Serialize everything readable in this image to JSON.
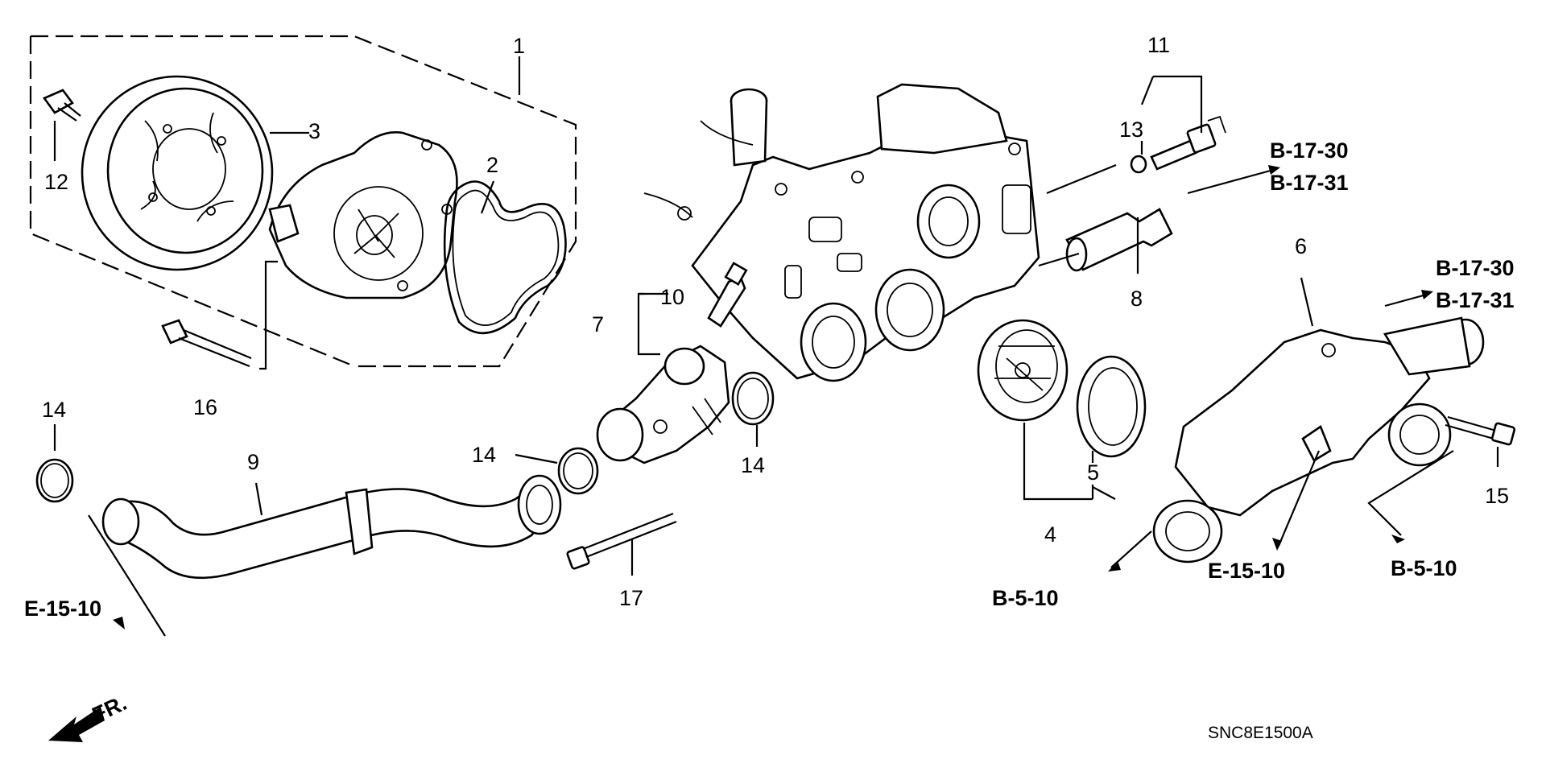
{
  "diagram": {
    "part_labels": {
      "p1": "1",
      "p2": "2",
      "p3": "3",
      "p4": "4",
      "p5": "5",
      "p6": "6",
      "p7": "7",
      "p8": "8",
      "p9": "9",
      "p10": "10",
      "p11": "11",
      "p12": "12",
      "p13": "13",
      "p14a": "14",
      "p14b": "14",
      "p14c": "14",
      "p15": "15",
      "p16": "16",
      "p17": "17"
    },
    "references": {
      "b1730_top": "B-17-30",
      "b1731_top": "B-17-31",
      "b1730_right": "B-17-30",
      "b1731_right": "B-17-31",
      "b510_center": "B-5-10",
      "b510_right": "B-5-10",
      "e1510_left": "E-15-10",
      "e1510_right": "E-15-10"
    },
    "front_indicator": "FR.",
    "diagram_code": "SNC8E1500A"
  }
}
